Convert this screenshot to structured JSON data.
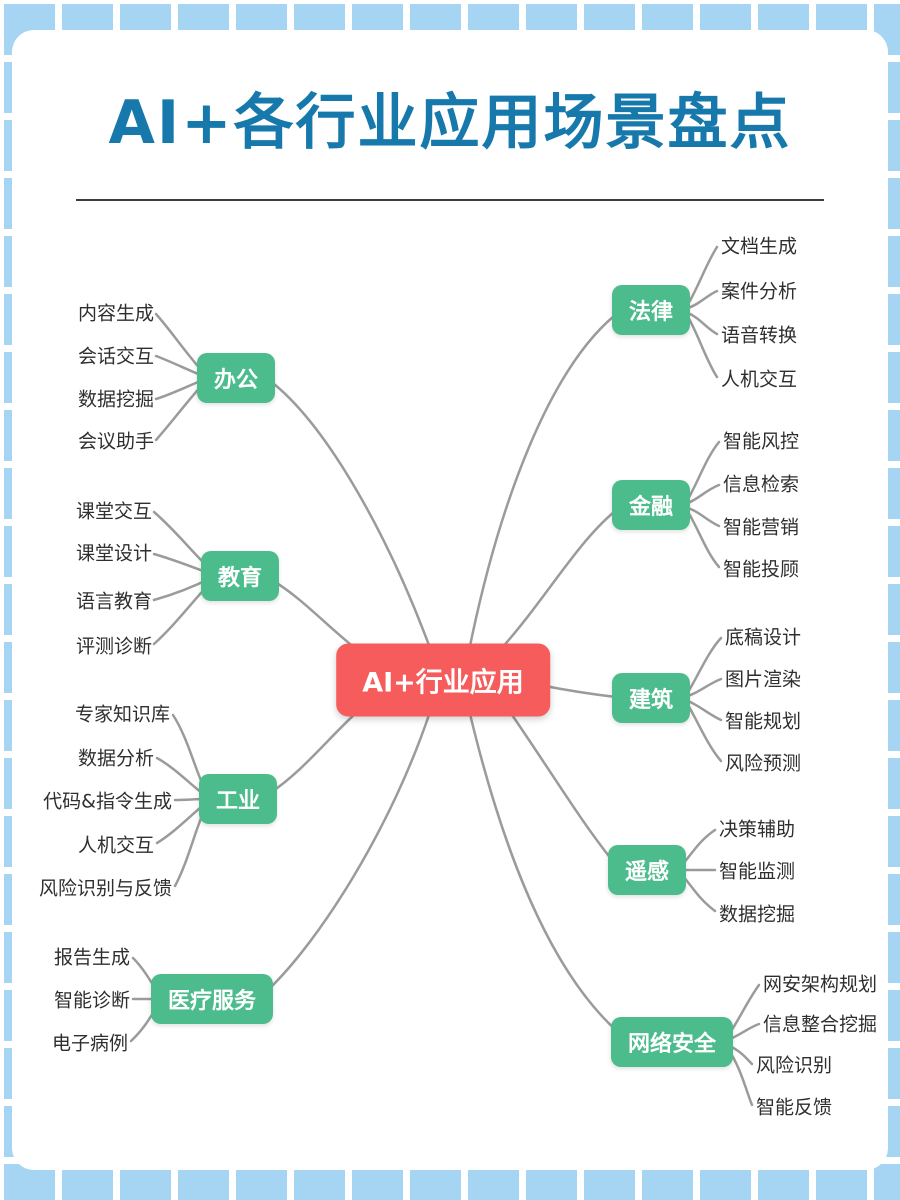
{
  "title": "AI+各行业应用场景盘点",
  "center": {
    "label": "AI+行业应用"
  },
  "colors": {
    "background": "#a6d4f3",
    "card": "#ffffff",
    "title": "#1779ab",
    "center": "#f75c5c",
    "branch": "#4cbc8d",
    "edge": "#9b9b9b",
    "leaf_text": "#2f2f2f"
  },
  "branches": [
    {
      "label": "办公",
      "side": "left",
      "items": [
        "内容生成",
        "会话交互",
        "数据挖掘",
        "会议助手"
      ]
    },
    {
      "label": "教育",
      "side": "left",
      "items": [
        "课堂交互",
        "课堂设计",
        "语言教育",
        "评测诊断"
      ]
    },
    {
      "label": "工业",
      "side": "left",
      "items": [
        "专家知识库",
        "数据分析",
        "代码&指令生成",
        "人机交互",
        "风险识别与反馈"
      ]
    },
    {
      "label": "医疗服务",
      "side": "left",
      "items": [
        "报告生成",
        "智能诊断",
        "电子病例"
      ]
    },
    {
      "label": "法律",
      "side": "right",
      "items": [
        "文档生成",
        "案件分析",
        "语音转换",
        "人机交互"
      ]
    },
    {
      "label": "金融",
      "side": "right",
      "items": [
        "智能风控",
        "信息检索",
        "智能营销",
        "智能投顾"
      ]
    },
    {
      "label": "建筑",
      "side": "right",
      "items": [
        "底稿设计",
        "图片渲染",
        "智能规划",
        "风险预测"
      ]
    },
    {
      "label": "遥感",
      "side": "right",
      "items": [
        "决策辅助",
        "智能监测",
        "数据挖掘"
      ]
    },
    {
      "label": "网络安全",
      "side": "right",
      "items": [
        "网安架构规划",
        "信息整合挖掘",
        "风险识别",
        "智能反馈"
      ]
    }
  ]
}
